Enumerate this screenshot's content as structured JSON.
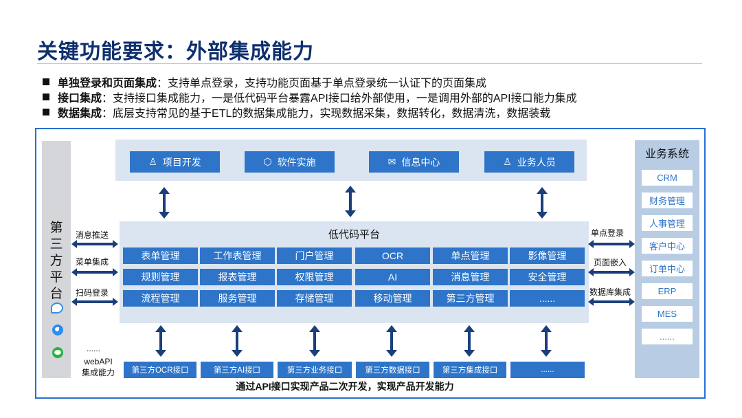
{
  "title": "关键功能要求：外部集成能力",
  "bullets": [
    {
      "term": "单独登录和页面集成",
      "sep": "：",
      "text": "支持单点登录，支持功能页面基于单点登录统一认证下的页面集成"
    },
    {
      "term": "接口集成",
      "sep": "：",
      "text": "支持接口集成能力，一是低代码平台暴露API接口给外部使用，一是调用外部的API接口能力集成"
    },
    {
      "term": "数据集成",
      "sep": "：",
      "text": "底层支持常见的基于ETL的数据集成能力，实现数据采集，数据转化，数据清洗，数据装载"
    }
  ],
  "left": {
    "title_chars": [
      "第",
      "三",
      "方",
      "平",
      "台"
    ],
    "labels": [
      "消息推送",
      "菜单集成",
      "扫码登录"
    ],
    "more": "......",
    "webapi_line1": "webAPI",
    "webapi_line2": "集成能力"
  },
  "roles": [
    {
      "label": "项目开发",
      "icon": "user-icon",
      "glyph": "♙"
    },
    {
      "label": "软件实施",
      "icon": "cube-icon",
      "glyph": "⬡"
    },
    {
      "label": "信息中心",
      "icon": "mail-icon",
      "glyph": "✉"
    },
    {
      "label": "业务人员",
      "icon": "user-icon",
      "glyph": "♙"
    }
  ],
  "platform": {
    "title": "低代码平台",
    "rows": [
      [
        "表单管理",
        "工作表管理",
        "门户管理",
        "OCR",
        "单点管理",
        "影像管理"
      ],
      [
        "规则管理",
        "报表管理",
        "权限管理",
        "AI",
        "消息管理",
        "安全管理"
      ],
      [
        "流程管理",
        "服务管理",
        "存储管理",
        "移动管理",
        "第三方管理",
        "......"
      ]
    ]
  },
  "right_labels": [
    "单点登录",
    "页面嵌入",
    "数据库集成"
  ],
  "business": {
    "title": "业务系统",
    "items": [
      "CRM",
      "财务管理",
      "人事管理",
      "客户中心",
      "订单中心",
      "ERP",
      "MES",
      "......"
    ]
  },
  "apis": [
    "第三方OCR接口",
    "第三方AI接口",
    "第三方业务接口",
    "第三方数据接口",
    "第三方集成接口",
    "......"
  ],
  "footer": "通过API接口实现产品二次开发，实现产品开发能力",
  "colors": {
    "title": "#0e2f6e",
    "box": "#2e75c9",
    "panel": "#dbe5f1",
    "frame": "#2a6fd0",
    "arrow": "#1a3f7a",
    "right_panel": "#b8cce4"
  }
}
